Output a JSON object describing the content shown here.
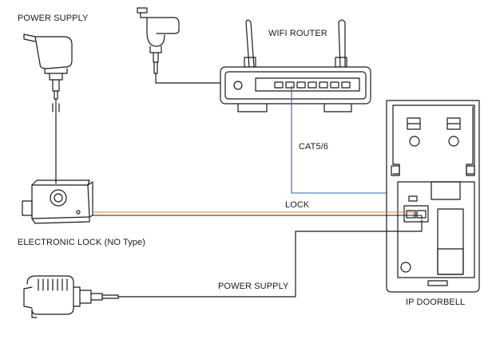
{
  "labels": {
    "power_supply_top": "POWER SUPPLY",
    "wifi_router": "WIFI ROUTER",
    "cat_cable": "CAT5/6",
    "lock": "LOCK",
    "electronic_lock": "ELECTRONIC LOCK (NO Type)",
    "power_supply_bottom": "POWER SUPPLY",
    "ip_doorbell": "IP DOORBELL"
  },
  "colors": {
    "outline": "#1a1a1a",
    "cat_cable": "#2c64b0",
    "lock_wire": "#e07a2e"
  }
}
